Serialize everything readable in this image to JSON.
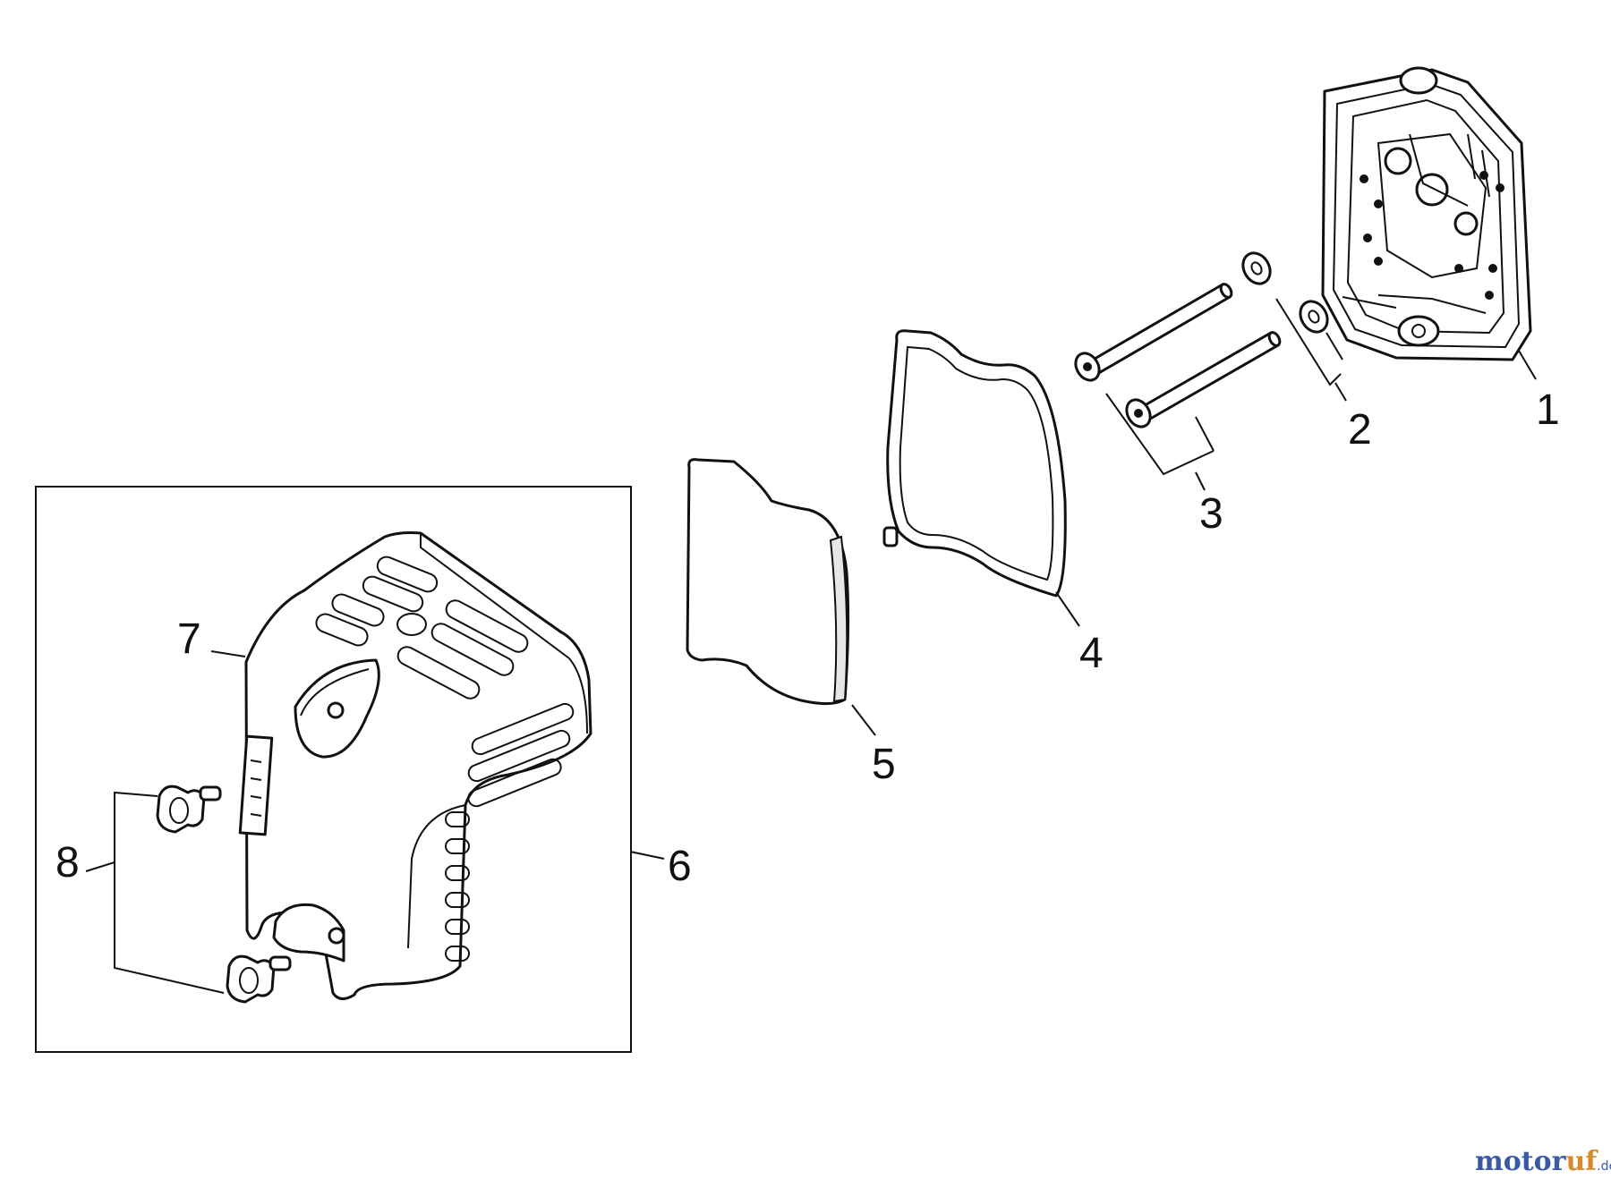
{
  "parts": [
    {
      "id": "part-1",
      "number": "1"
    },
    {
      "id": "part-2",
      "number": "2"
    },
    {
      "id": "part-3",
      "number": "3"
    },
    {
      "id": "part-4",
      "number": "4"
    },
    {
      "id": "part-5",
      "number": "5"
    },
    {
      "id": "part-6",
      "number": "6"
    },
    {
      "id": "part-7",
      "number": "7"
    },
    {
      "id": "part-8",
      "number": "8"
    }
  ],
  "watermark": {
    "part_a": "motor",
    "part_b": "uf",
    "suffix": ".de"
  },
  "colors": {
    "line": "#111111",
    "watermark_blue": "#3a5aa8",
    "watermark_orange": "#d8892a"
  }
}
